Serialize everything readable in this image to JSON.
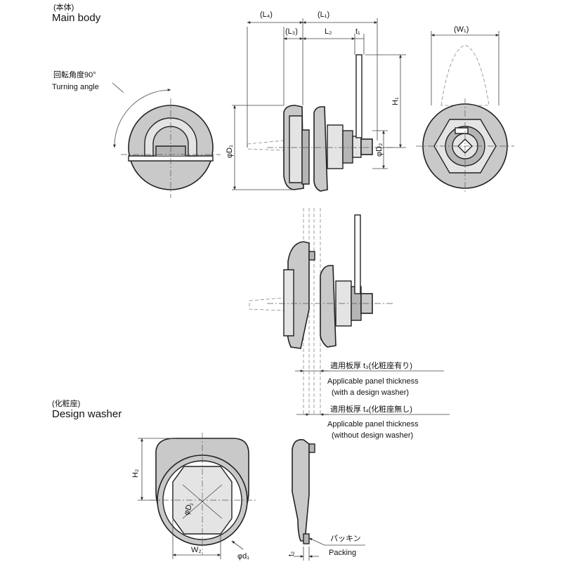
{
  "sections": {
    "main_body": {
      "jp": "(本体)",
      "en": "Main body"
    },
    "design_washer": {
      "jp": "(化粧座)",
      "en": "Design washer"
    }
  },
  "turning": {
    "jp": "回転角度90°",
    "en": "Turning angle"
  },
  "dims": {
    "L4": "(L₄)",
    "L1": "(L₁)",
    "L3": "(L₃)",
    "L2": "L₂",
    "t1": "t₁",
    "W1": "(W₁)",
    "H1": "H₁",
    "D1": "φD₁",
    "D2": "φD₂",
    "H2": "H₂",
    "W2": "W₂",
    "d1": "φd₁",
    "t2": "t₂",
    "D1w": "φD₁"
  },
  "notes": {
    "t3_jp": "適用板厚 t₃(化粧座有り)",
    "t3_en1": "Applicable panel thickness",
    "t3_en2": "(with a design washer)",
    "t4_jp": "適用板厚 t₄(化粧座無し)",
    "t4_en1": "Applicable panel thickness",
    "t4_en2": "(without design washer)",
    "packing_jp": "パッキン",
    "packing_en": "Packing"
  }
}
